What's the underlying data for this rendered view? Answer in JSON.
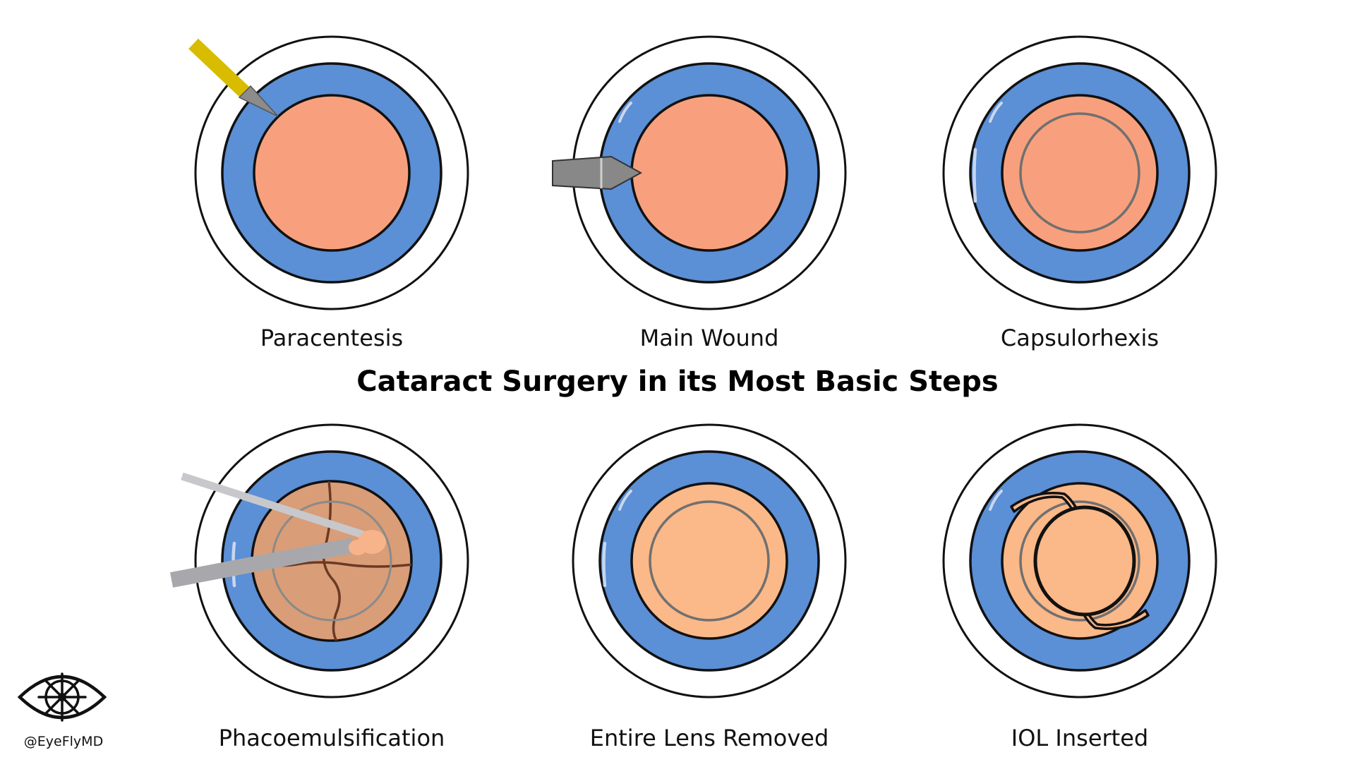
{
  "title": "Cataract Surgery in its Most Basic Steps",
  "steps": [
    {
      "label": "Paracentesis"
    },
    {
      "label": "Main Wound"
    },
    {
      "label": "Capsulorhexis"
    },
    {
      "label": "Phacoemulsification"
    },
    {
      "label": "Entire Lens Removed"
    },
    {
      "label": "IOL Inserted"
    }
  ],
  "brand": {
    "handle": "@EyeFlyMD",
    "logo_icon": "eye-ship-wheel-icon"
  },
  "colors": {
    "iris": "#5b8fd6",
    "lens_cataract": "#f8a07d",
    "lens_nucleus": "#d99d78",
    "capsule_clear": "#fbb888",
    "blade_handle": "#e5c800",
    "blade_metal": "#888888",
    "phaco_probe": "#a8a8ac",
    "outline": "#111111"
  }
}
